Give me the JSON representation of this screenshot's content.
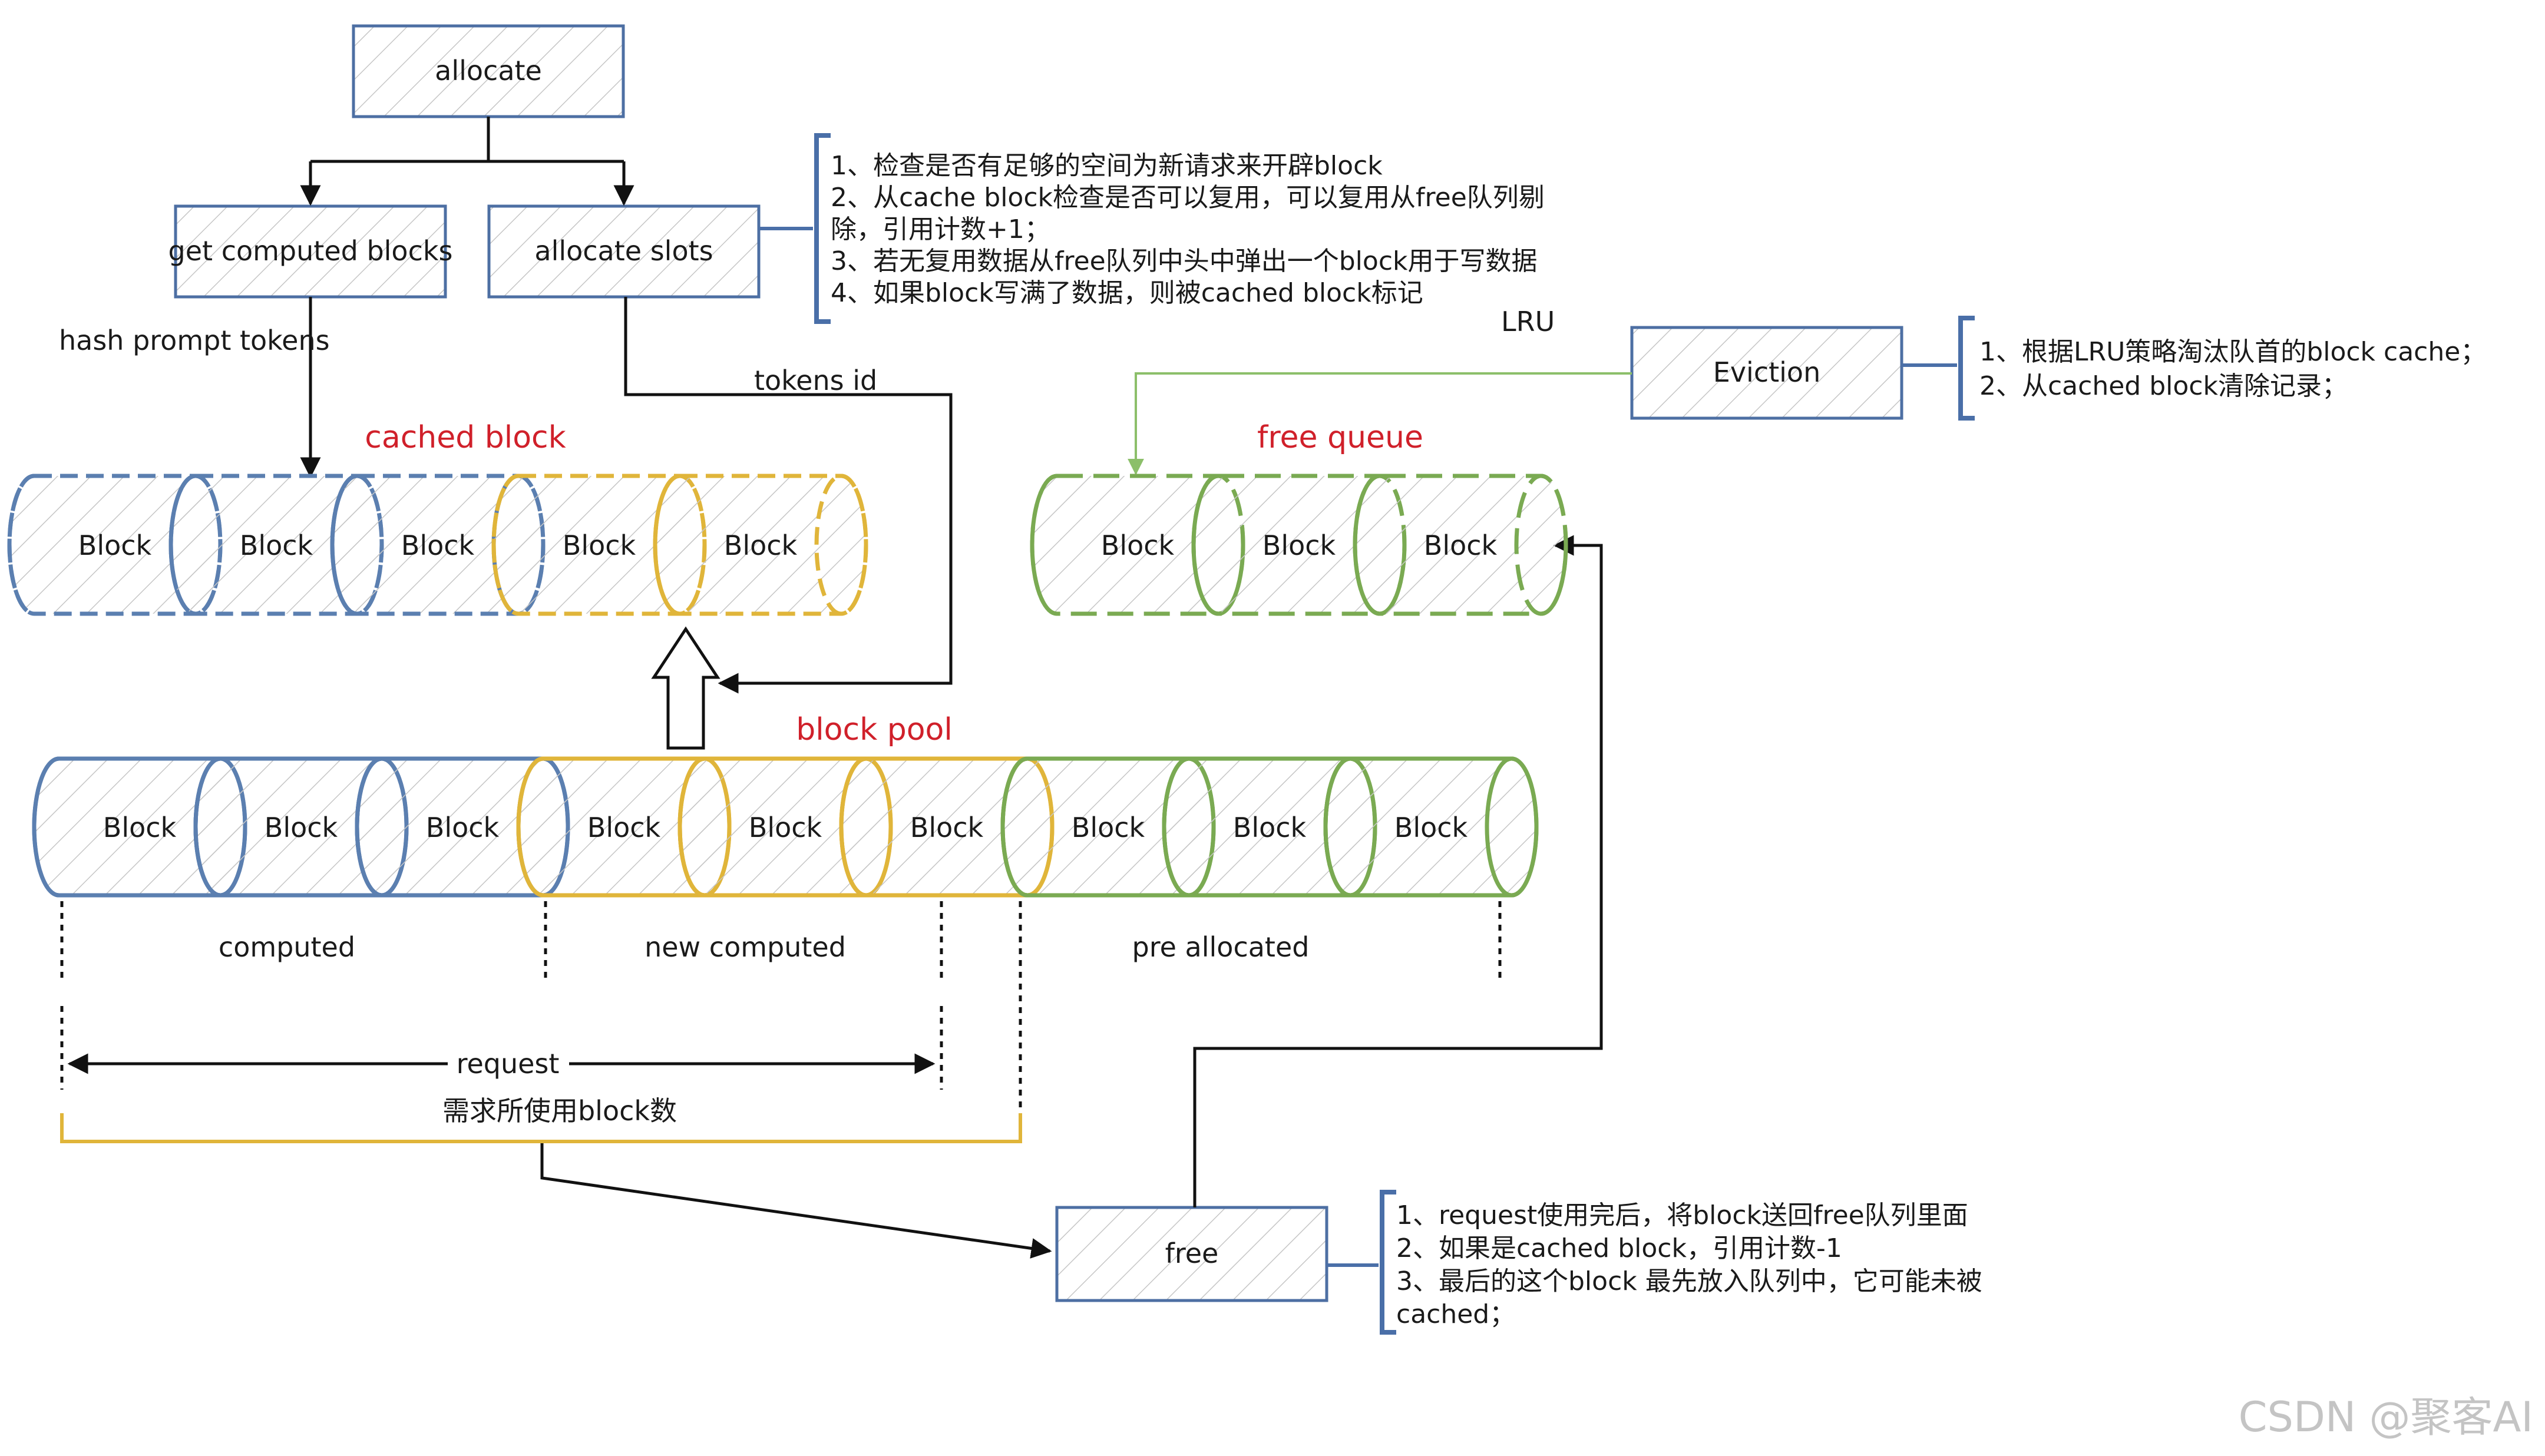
{
  "boxes": {
    "allocate": "allocate",
    "get_computed_blocks": "get computed blocks",
    "allocate_slots": "allocate slots",
    "eviction": "Eviction",
    "free": "free"
  },
  "labels": {
    "hash_prompt_tokens": "hash prompt tokens",
    "tokens_id": "tokens id",
    "lru": "LRU",
    "cached_block": "cached block",
    "free_queue": "free queue",
    "block_pool": "block pool",
    "computed": "computed",
    "new_computed": "new computed",
    "pre_allocated": "pre allocated",
    "request": "request",
    "request_block_count": "需求所使用block数"
  },
  "block_label": "Block",
  "notes": {
    "allocate_slots": [
      "1、检查是否有足够的空间为新请求来开辟block",
      "2、从cache block检查是否可以复用，可以复用从free队列剔",
      "除，引用计数+1；",
      "3、若无复用数据从free队列中头中弹出一个block用于写数据",
      "4、如果block写满了数据，则被cached block标记"
    ],
    "eviction": [
      "1、根据LRU策略淘汰队首的block cache；",
      "2、从cached block清除记录；"
    ],
    "free": [
      "1、request使用完后，将block送回free队列里面",
      "2、如果是cached block，引用计数-1",
      "3、最后的这个block 最先放入队列中，它可能未被",
      "cached；"
    ]
  },
  "colors": {
    "computed": "#5b7fb0",
    "new_computed": "#e0b53a",
    "pre_allocated": "#7aaa52",
    "title_red": "#d0202a",
    "box_border": "#4d6fa3",
    "note_bracket": "#4a6fa8"
  },
  "watermark": "CSDN @聚客AI"
}
